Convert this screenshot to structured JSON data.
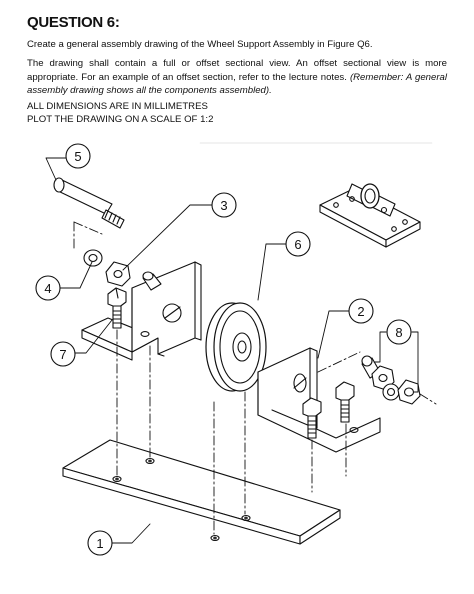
{
  "question": {
    "heading": "QUESTION 6:",
    "intro": "Create a general assembly drawing of the Wheel Support Assembly in Figure Q6.",
    "body_plain": "The drawing shall contain a full or offset sectional view. An offset sectional view is more appropriate. For an example of an offset section, refer to the lecture notes.",
    "body_italic": "(Remember: A general assembly drawing shows all the components assembled).",
    "note_dimensions": "ALL DIMENSIONS ARE IN MILLIMETRES",
    "note_scale": "PLOT THE DRAWING ON A SCALE OF 1:2"
  },
  "figure": {
    "balloons": [
      {
        "id": "balloon-5",
        "label": "5"
      },
      {
        "id": "balloon-3",
        "label": "3"
      },
      {
        "id": "balloon-6",
        "label": "6"
      },
      {
        "id": "balloon-4",
        "label": "4"
      },
      {
        "id": "balloon-2",
        "label": "2"
      },
      {
        "id": "balloon-8",
        "label": "8"
      },
      {
        "id": "balloon-7",
        "label": "7"
      },
      {
        "id": "balloon-1",
        "label": "1"
      }
    ]
  }
}
